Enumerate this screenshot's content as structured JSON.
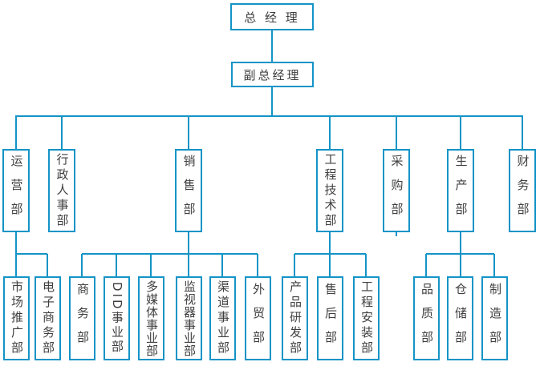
{
  "colors": {
    "line_and_border": "#1494c6",
    "text": "#3f3f3f",
    "background": "#ffffff"
  },
  "org_chart": {
    "type": "org-tree",
    "root": {
      "label": "总 经 理"
    },
    "deputy": {
      "label": "副总经理"
    },
    "departments": [
      {
        "label": "运营部"
      },
      {
        "label": "行政人事部"
      },
      {
        "label": "销售部"
      },
      {
        "label": "工程技术部"
      },
      {
        "label": "采购部"
      },
      {
        "label": "生产部"
      },
      {
        "label": "财务部"
      }
    ],
    "sub_departments": {
      "operations": [
        {
          "label": "市场推广部"
        },
        {
          "label": "电子商务部"
        }
      ],
      "sales": [
        {
          "label": "商务部"
        },
        {
          "label": "DID事业部"
        },
        {
          "label": "多媒体事业部"
        },
        {
          "label": "监视器事业部"
        },
        {
          "label": "渠道事业部"
        },
        {
          "label": "外贸部"
        }
      ],
      "engineering": [
        {
          "label": "产品研发部"
        },
        {
          "label": "售后部"
        },
        {
          "label": "工程安装部"
        }
      ],
      "production": [
        {
          "label": "品质部"
        },
        {
          "label": "仓储部"
        },
        {
          "label": "制造部"
        }
      ]
    }
  }
}
